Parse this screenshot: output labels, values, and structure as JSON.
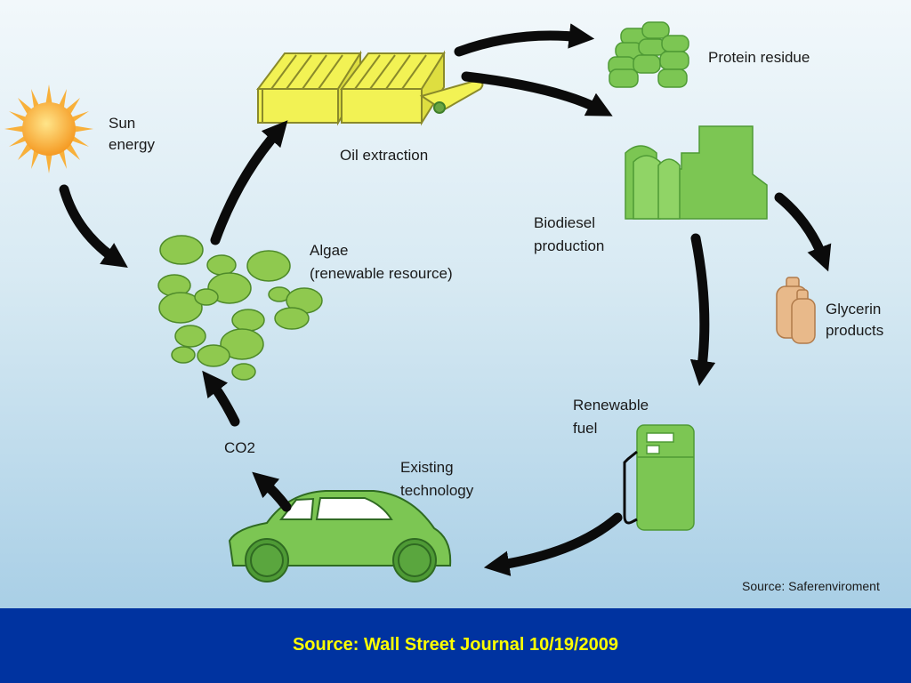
{
  "labels": {
    "sun": [
      "Sun",
      "energy"
    ],
    "oil_extraction": "Oil extraction",
    "protein_residue": "Protein residue",
    "biodiesel": [
      "Biodiesel",
      "production"
    ],
    "glycerin": [
      "Glycerin",
      "products"
    ],
    "renewable_fuel": [
      "Renewable",
      "fuel"
    ],
    "existing_technology": [
      "Existing",
      "technology"
    ],
    "co2": "CO2",
    "algae": [
      "Algae",
      "(renewable resource)"
    ],
    "image_source": "Source: Saferenviroment"
  },
  "footer": {
    "source": "Source: Wall Street Journal 10/19/2009"
  },
  "colors": {
    "green": "#7cc653",
    "green_dark": "#3f7f2a",
    "yellow": "#f2f254",
    "sun": "#f8b03a",
    "tan": "#e8b98a",
    "footer_text": "#ffff00",
    "footer_bg": "#0033a0"
  }
}
